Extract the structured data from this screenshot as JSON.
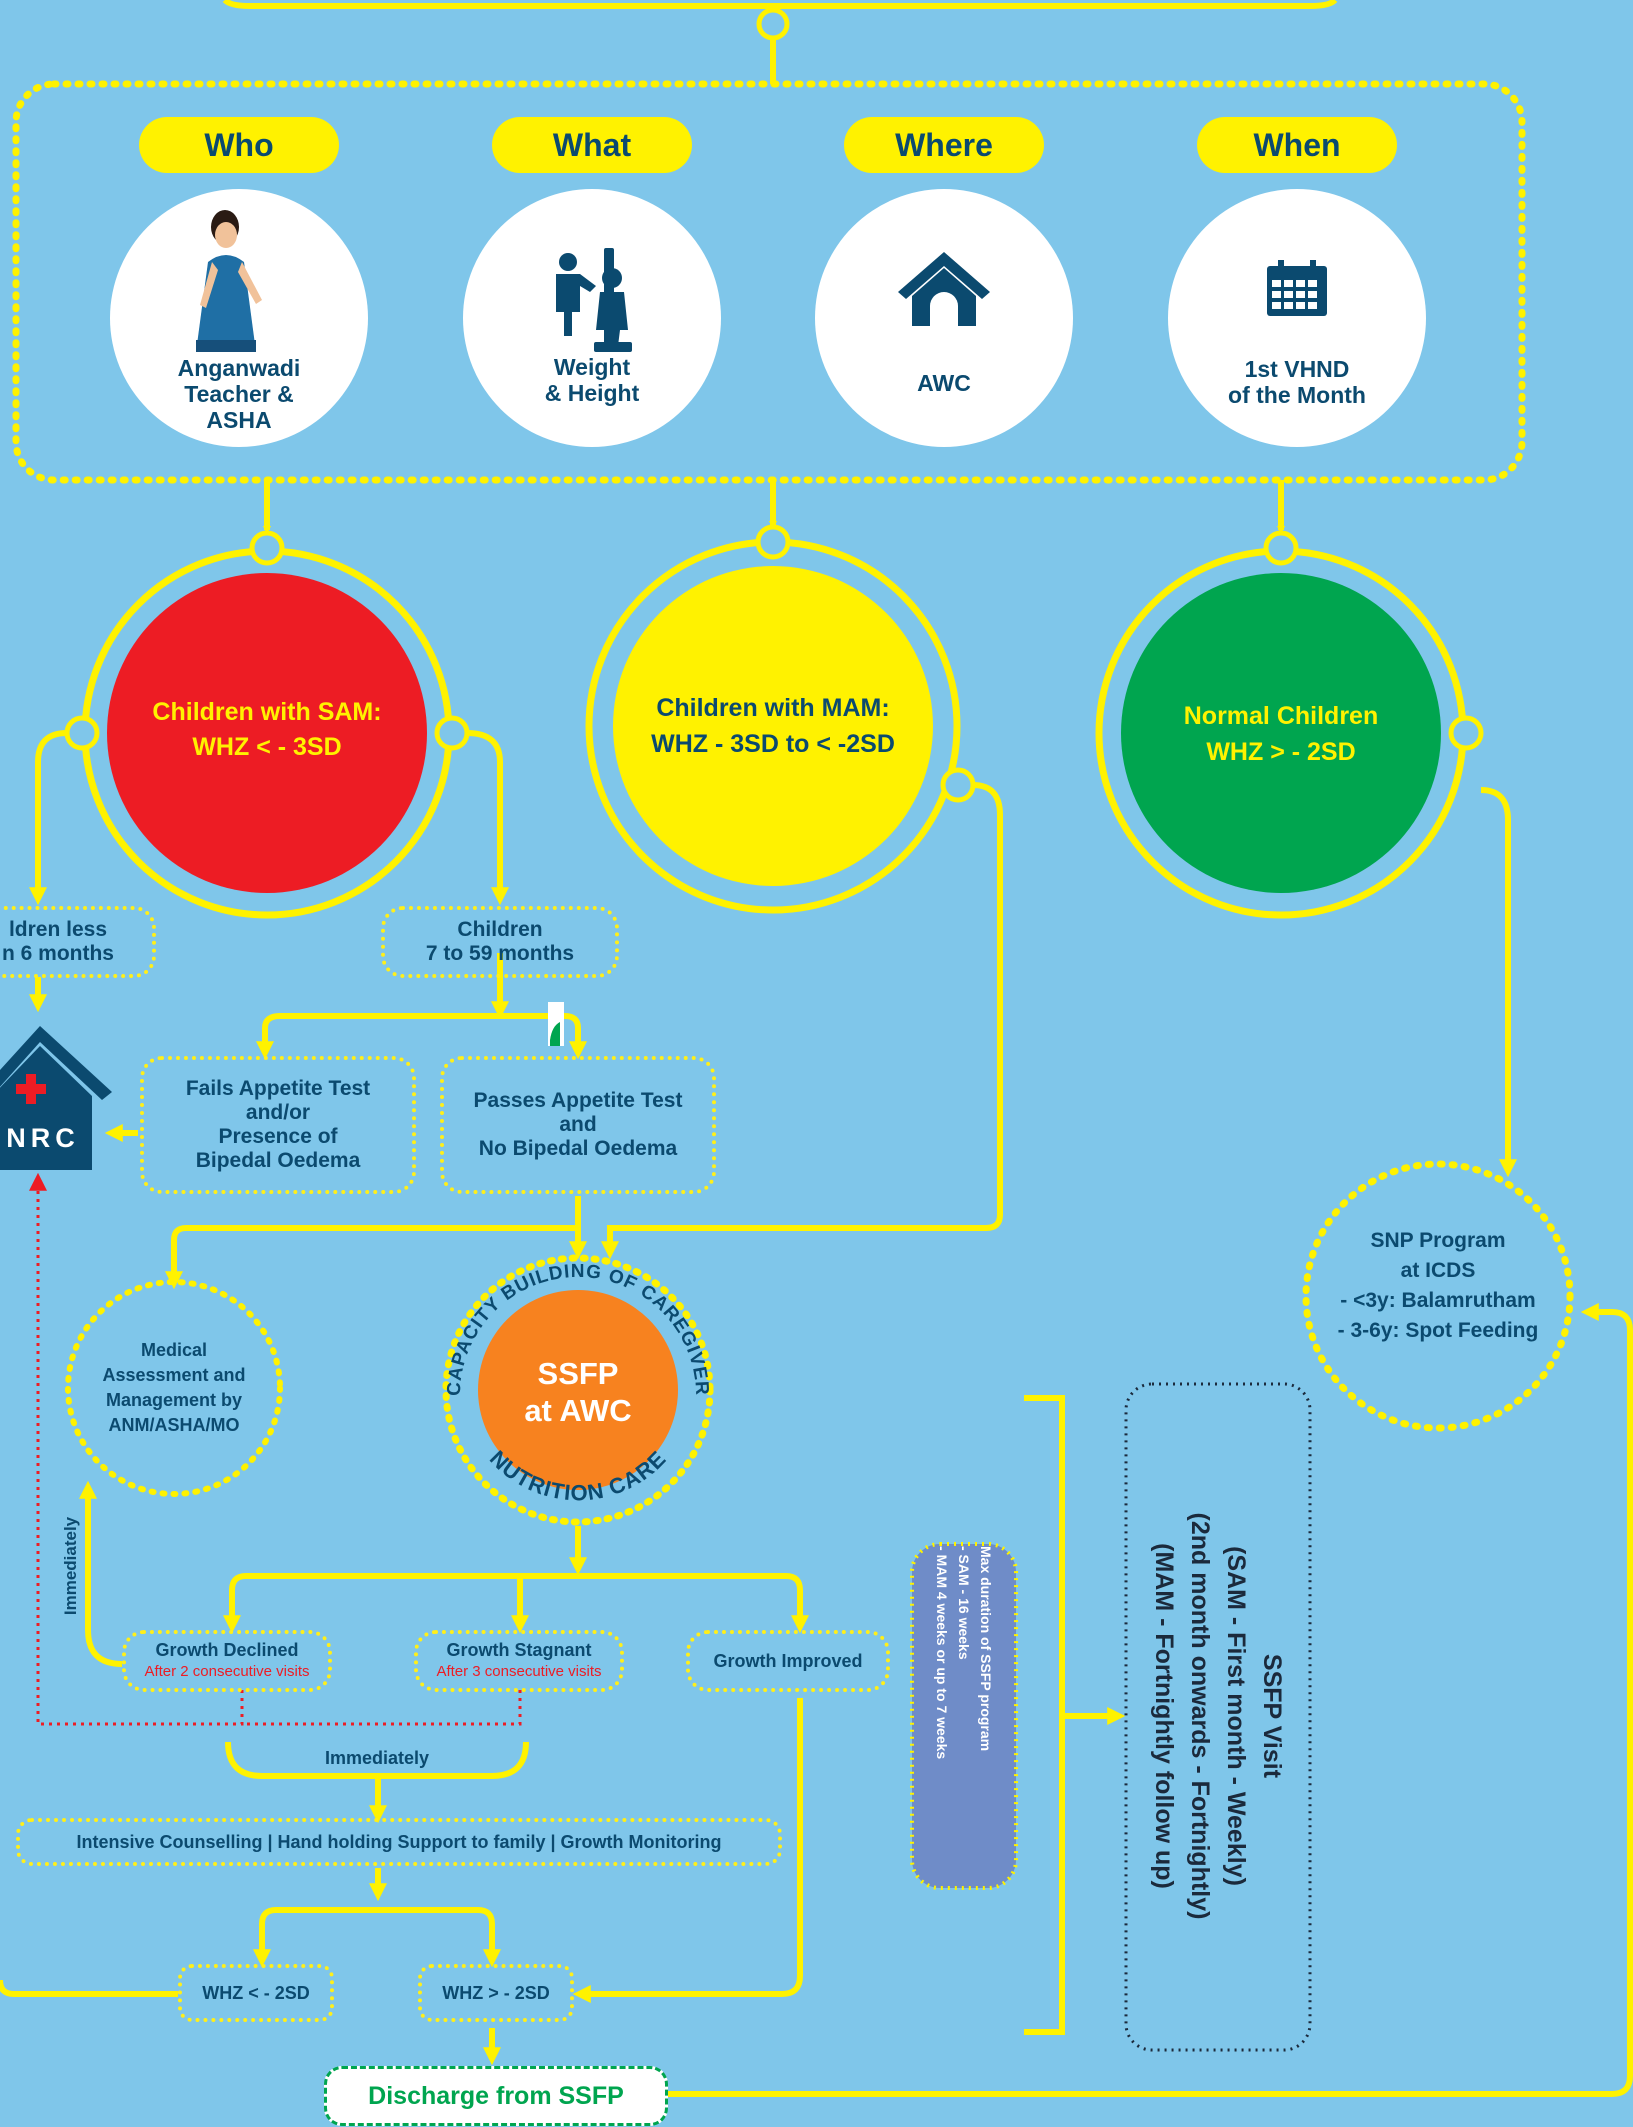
{
  "headers": {
    "who": "Who",
    "what": "What",
    "where": "Where",
    "when": "When"
  },
  "who_caption": [
    "Anganwadi",
    "Teacher &",
    "ASHA"
  ],
  "what_caption": [
    "Weight",
    "& Height"
  ],
  "where_caption": "AWC",
  "when_caption": [
    "1st VHND",
    "of the Month"
  ],
  "sam": [
    "Children with SAM:",
    "WHZ < - 3SD"
  ],
  "mam": [
    "Children with MAM:",
    "WHZ - 3SD to < -2SD"
  ],
  "normal": [
    "Normal Children",
    "WHZ > - 2SD"
  ],
  "child_less": [
    "ldren less",
    "n 6 months"
  ],
  "child_7_59": [
    "Children",
    "7 to 59 months"
  ],
  "nrc": "NRC",
  "fails": [
    "Fails Appetite Test",
    "and/or",
    "Presence of",
    "Bipedal Oedema"
  ],
  "passes": [
    "Passes Appetite Test",
    "and",
    "No Bipedal Oedema"
  ],
  "medical": [
    "Medical",
    "Assessment and",
    "Management by",
    "ANM/ASHA/MO"
  ],
  "ssfp": [
    "SSFP",
    "at AWC"
  ],
  "ring_top": "CAPACITY BUILDING OF CAREGIVER",
  "ring_bottom": "NUTRITION CARE",
  "snp": [
    "SNP Program",
    "at ICDS",
    "- <3y: Balamrutham",
    "- 3-6y: Spot Feeding"
  ],
  "growth_declined": {
    "title": "Growth Declined",
    "sub": "After 2 consecutive visits"
  },
  "growth_stagnant": {
    "title": "Growth Stagnant",
    "sub": "After 3 consecutive visits"
  },
  "growth_improved": "Growth Improved",
  "immediately_side": "Immediately",
  "immediately": "Immediately",
  "counselling": "Intensive Counselling  | Hand holding Support to family | Growth Monitoring",
  "whz_low": "WHZ < - 2SD",
  "whz_high": "WHZ > - 2SD",
  "discharge": "Discharge from SSFP",
  "max_duration": [
    "Max duration of SSFP program",
    "- SAM - 16 weeks",
    "- MAM 4 weeks or up to 7 weeks"
  ],
  "ssfp_visit": [
    "SSFP Visit",
    "(SAM - First month - Weekly)",
    "(2nd month onwards - Fortnightly)",
    "(MAM - Fortnightly follow up)"
  ],
  "colors": {
    "background": "#7fc6ea",
    "accent_yellow": "#fff200",
    "sam_red": "#ed1c24",
    "normal_green": "#00a54f",
    "ssfp_orange": "#f7821f",
    "navy": "#0b4a6f",
    "purple_box": "#6f8cc8"
  }
}
